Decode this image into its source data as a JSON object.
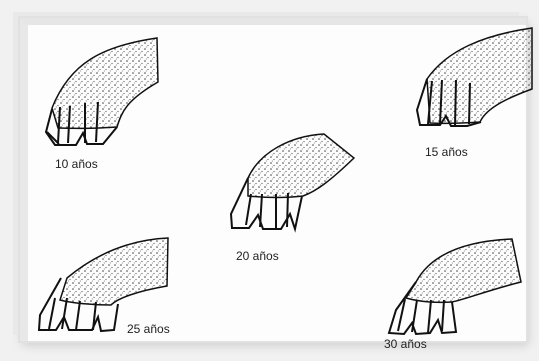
{
  "labels": {
    "age_10": "10 años",
    "age_15": "15 años",
    "age_20": "20 años",
    "age_25": "25 años",
    "age_30": "30 años"
  }
}
